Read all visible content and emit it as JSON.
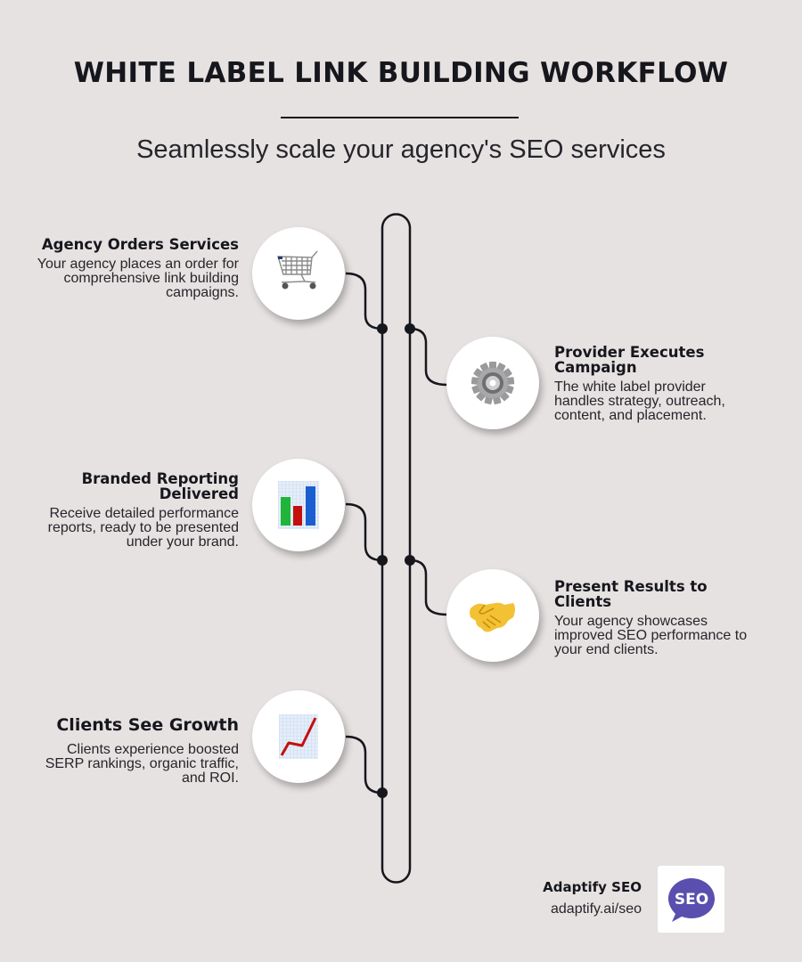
{
  "header": {
    "title": "WHITE LABEL LINK BUILDING WORKFLOW",
    "subtitle": "Seamlessly scale your agency's SEO services"
  },
  "steps": [
    {
      "title": "Agency Orders Services",
      "description": "Your agency places an order for comprehensive link building campaigns.",
      "icon": "shopping-cart-icon",
      "side": "left"
    },
    {
      "title": "Provider Executes Campaign",
      "description": "The white label provider handles strategy, outreach, content, and placement.",
      "icon": "gear-icon",
      "side": "right"
    },
    {
      "title": "Branded Reporting Delivered",
      "description": "Receive detailed performance reports, ready to be presented under your brand.",
      "icon": "bar-chart-icon",
      "side": "left"
    },
    {
      "title": "Present Results to Clients",
      "description": "Your agency showcases improved SEO performance to your end clients.",
      "icon": "handshake-icon",
      "side": "right"
    },
    {
      "title": "Clients See Growth",
      "description": "Clients experience boosted SERP rankings, organic traffic, and ROI.",
      "icon": "trending-up-chart-icon",
      "side": "left"
    }
  ],
  "footer": {
    "brand_name": "Adaptify SEO",
    "url": "adaptify.ai/seo",
    "logo_text": "SEO"
  },
  "colors": {
    "background": "#e6e2e1",
    "line": "#16161d",
    "logo_purple": "#5a4fae"
  }
}
